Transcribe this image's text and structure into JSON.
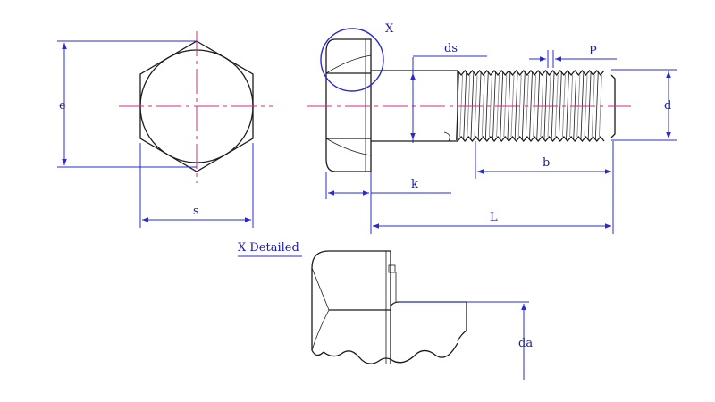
{
  "labels": {
    "e": "e",
    "s": "s",
    "x_mark": "X",
    "ds": "ds",
    "p": "P",
    "d": "d",
    "b": "b",
    "k": "k",
    "l": "L",
    "x_detailed": "X Detailed",
    "da": "da"
  },
  "colors": {
    "dimension": "#2a2ad0",
    "centerline": "#e0208a",
    "outline": "#1a1a1a"
  }
}
